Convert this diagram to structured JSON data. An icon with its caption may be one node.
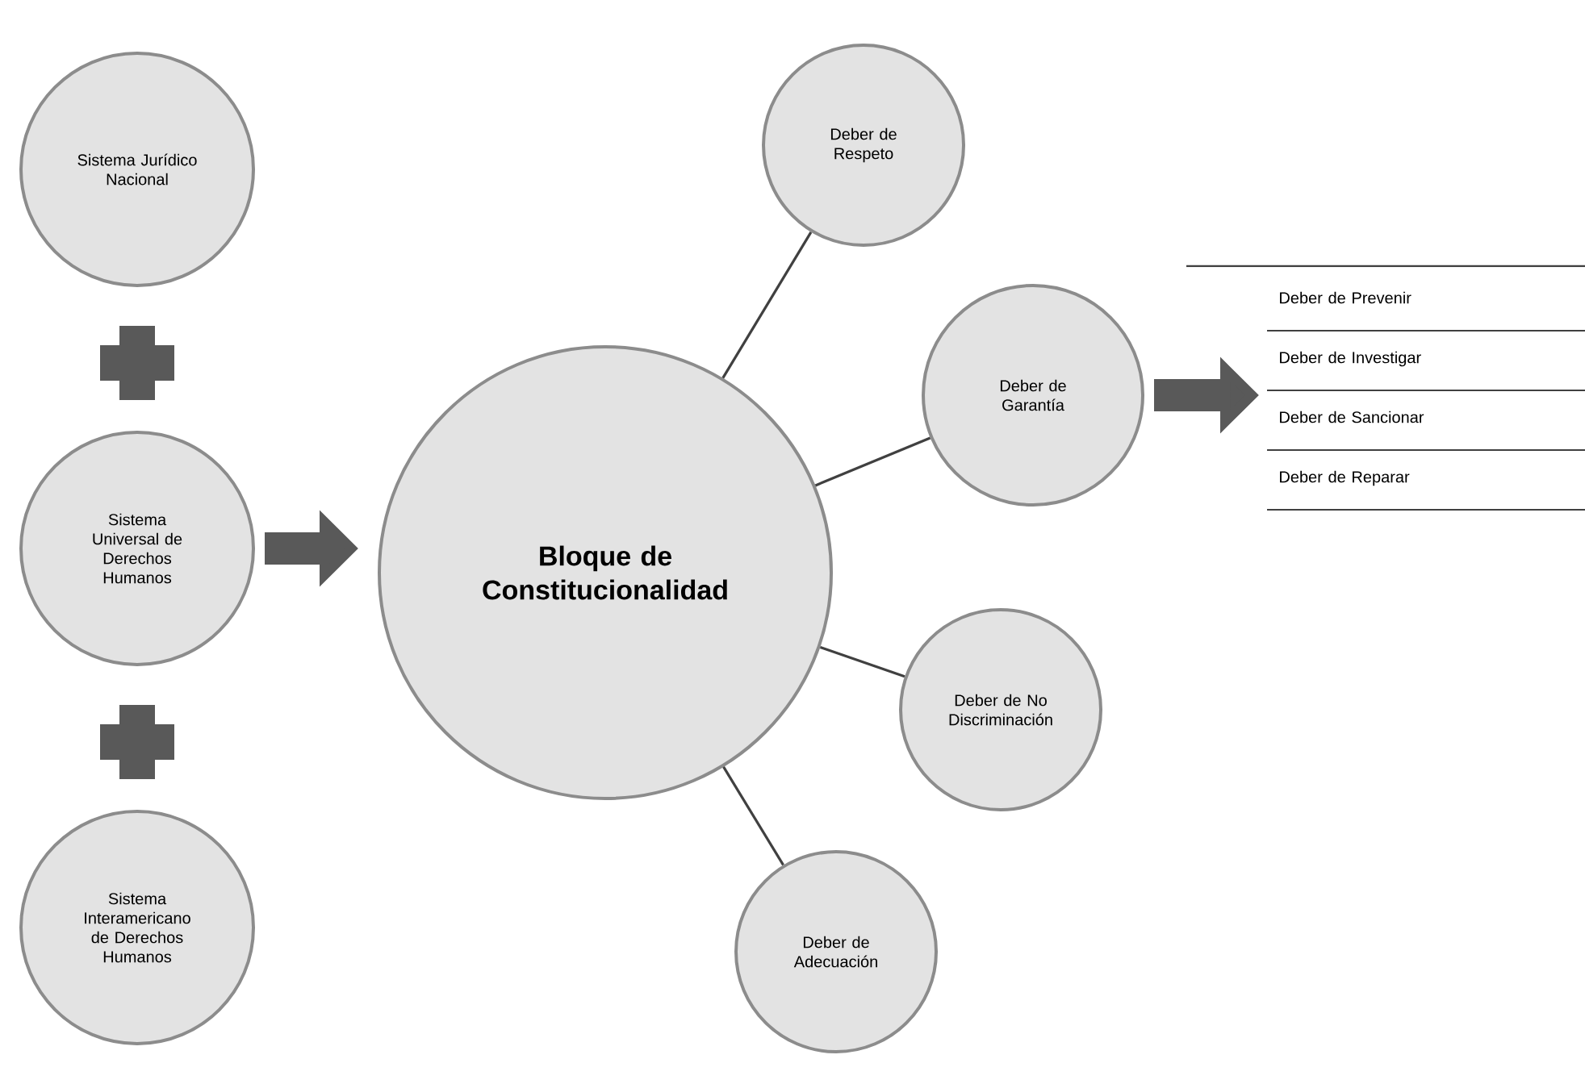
{
  "diagram": {
    "nodes": [
      {
        "text": [
          "Sistema Jurídico Nacional"
        ]
      },
      {
        "text": [
          "Sistema Universal de Derechos Humanos"
        ]
      },
      {
        "text": [
          "Sistema Interamericano de Derechos Humanos"
        ]
      },
      {
        "text": [
          "Bloque de Constitucionalidad"
        ]
      },
      {
        "text": [
          "Deber de Respeto"
        ]
      },
      {
        "text": [
          "Deber de Garantía"
        ]
      },
      {
        "text": [
          "Deber de No Discriminación"
        ]
      },
      {
        "text": [
          "Deber de Adecuación"
        ]
      },
      {
        "text": [
          "Deber de Prevenir",
          "Deber de Investigar",
          "Deber de Sancionar",
          "Deber de Reparar"
        ]
      }
    ],
    "edges": [
      {
        "from": 1,
        "to": 3,
        "arrow": "to",
        "style": "thick"
      },
      {
        "from": 3,
        "to": 4,
        "arrow": "none"
      },
      {
        "from": 3,
        "to": 5,
        "arrow": "none"
      },
      {
        "from": 3,
        "to": 6,
        "arrow": "none"
      },
      {
        "from": 3,
        "to": 7,
        "arrow": "none"
      },
      {
        "from": 5,
        "to": 8,
        "arrow": "to",
        "style": "thick"
      }
    ]
  }
}
